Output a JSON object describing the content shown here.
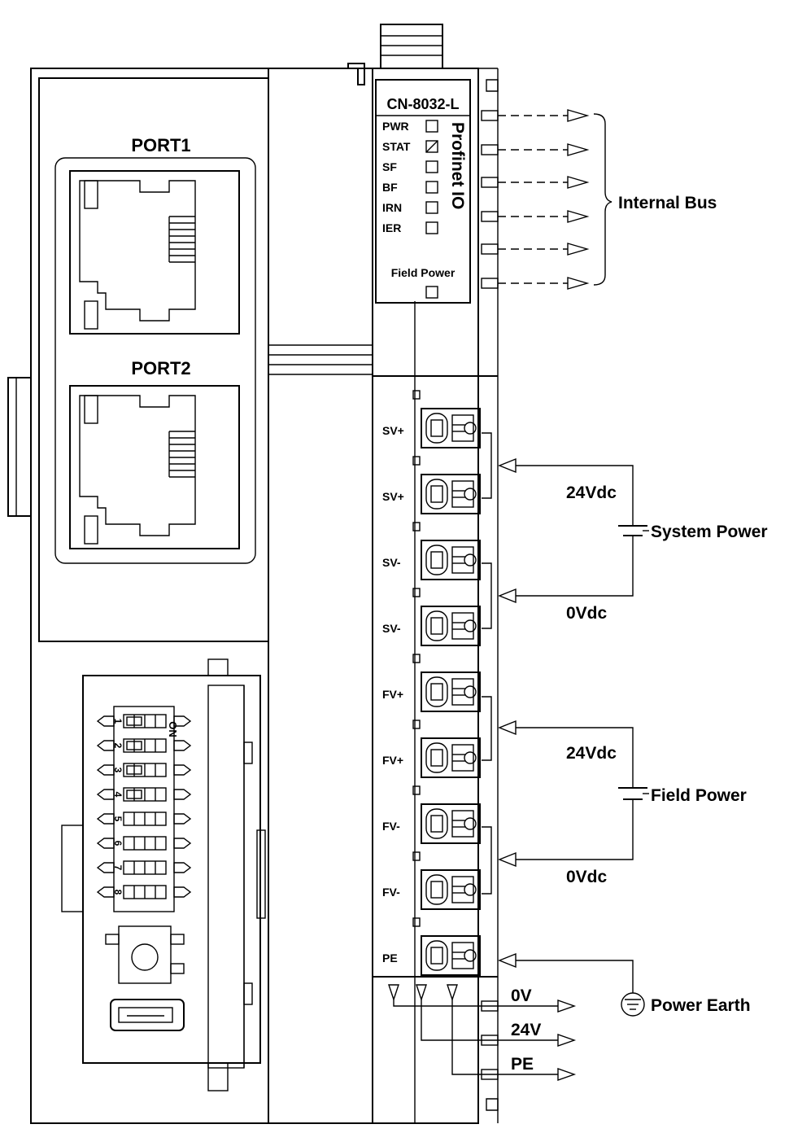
{
  "model": "CN-8032-L",
  "protocol": "Profinet IO",
  "ports": [
    "PORT1",
    "PORT2"
  ],
  "leds": [
    {
      "label": "PWR",
      "state": "off"
    },
    {
      "label": "STAT",
      "state": "on"
    },
    {
      "label": "SF",
      "state": "off"
    },
    {
      "label": "BF",
      "state": "off"
    },
    {
      "label": "IRN",
      "state": "off"
    },
    {
      "label": "IER",
      "state": "off"
    }
  ],
  "field_power_led_label": "Field Power",
  "internal_bus_label": "Internal Bus",
  "terminals": [
    "SV+",
    "SV+",
    "SV-",
    "SV-",
    "FV+",
    "FV+",
    "FV-",
    "FV-",
    "PE"
  ],
  "system_power": {
    "label": "System Power",
    "positive": "24Vdc",
    "negative": "0Vdc"
  },
  "field_power": {
    "label": "Field Power",
    "positive": "24Vdc",
    "negative": "0Vdc"
  },
  "power_earth_label": "Power Earth",
  "outputs": [
    "0V",
    "24V",
    "PE"
  ],
  "dip_switch": {
    "label": "ON",
    "positions": [
      "1",
      "2",
      "3",
      "4",
      "5",
      "6",
      "7",
      "8"
    ]
  }
}
